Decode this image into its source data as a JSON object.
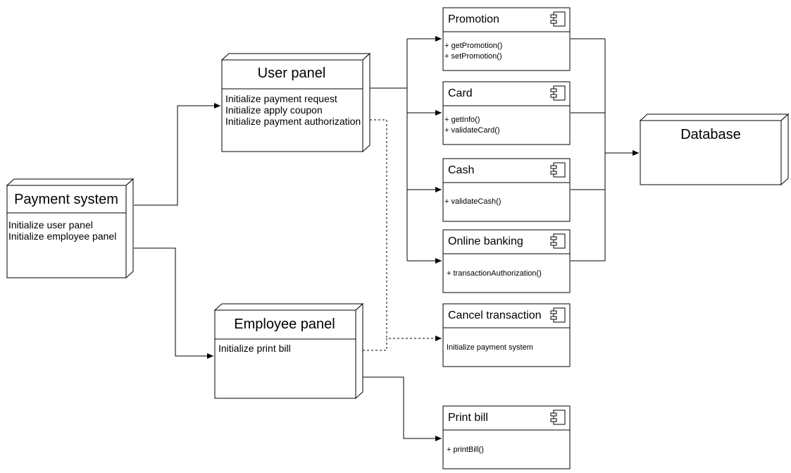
{
  "nodes": {
    "payment_system": {
      "title": "Payment system",
      "lines": [
        "Initialize user panel",
        "Initialize employee panel"
      ]
    },
    "user_panel": {
      "title": "User panel",
      "lines": [
        "Initialize payment request",
        "Initialize apply coupon",
        "Initialize payment authorization"
      ]
    },
    "employee_panel": {
      "title": "Employee panel",
      "lines": [
        "Initialize print bill"
      ]
    },
    "database": {
      "title": "Database"
    }
  },
  "components": {
    "promotion": {
      "title": "Promotion",
      "lines": [
        "+ getPromotion()",
        "+ setPromotion()"
      ]
    },
    "card": {
      "title": "Card",
      "lines": [
        "+ getInfo()",
        "+ validateCard()"
      ]
    },
    "cash": {
      "title": "Cash",
      "lines": [
        "+ validateCash()"
      ]
    },
    "online_banking": {
      "title": "Online banking",
      "lines": [
        "+ transactionAuthorization()"
      ]
    },
    "cancel_transaction": {
      "title": "Cancel transaction",
      "lines": [
        "Initialize payment system"
      ]
    },
    "print_bill": {
      "title": "Print bill",
      "lines": [
        "+ printBill()"
      ]
    }
  }
}
